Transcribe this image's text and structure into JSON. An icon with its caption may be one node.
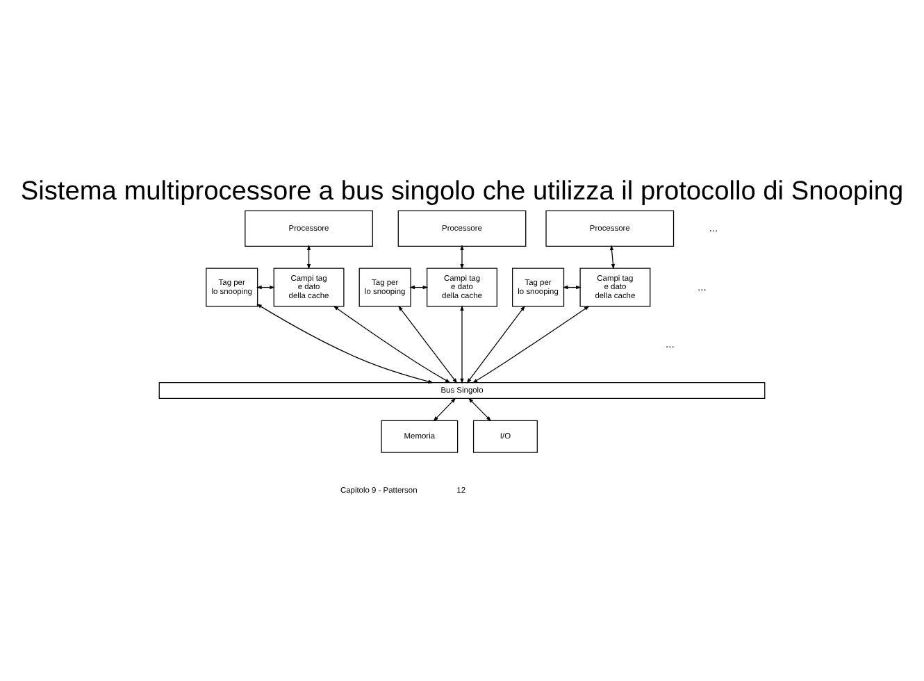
{
  "diagram": {
    "title": "Sistema multiprocessore a bus singolo che utilizza il protocollo di Snooping",
    "nodes": [
      {
        "text": [
          "Processore"
        ]
      },
      {
        "text": [
          "Processore"
        ]
      },
      {
        "text": [
          "Processore"
        ]
      },
      {
        "text": [
          "Tag per lo snooping"
        ]
      },
      {
        "text": [
          "Campi tag e dato della cache"
        ]
      },
      {
        "text": [
          "Tag per lo snooping"
        ]
      },
      {
        "text": [
          "Campi tag e dato della cache"
        ]
      },
      {
        "text": [
          "Tag per lo snooping"
        ]
      },
      {
        "text": [
          "Campi tag e dato della cache"
        ]
      },
      {
        "text": [
          "Bus Singolo"
        ]
      },
      {
        "text": [
          "Memoria"
        ]
      },
      {
        "text": [
          "I/O"
        ]
      }
    ],
    "edges": [
      {
        "from": 0,
        "to": 4,
        "arrow": "both"
      },
      {
        "from": 1,
        "to": 6,
        "arrow": "both"
      },
      {
        "from": 2,
        "to": 8,
        "arrow": "both"
      },
      {
        "from": 3,
        "to": 4,
        "arrow": "both"
      },
      {
        "from": 5,
        "to": 6,
        "arrow": "both"
      },
      {
        "from": 7,
        "to": 8,
        "arrow": "both"
      },
      {
        "from": 3,
        "to": 9,
        "arrow": "both"
      },
      {
        "from": 4,
        "to": 9,
        "arrow": "both"
      },
      {
        "from": 5,
        "to": 9,
        "arrow": "both"
      },
      {
        "from": 6,
        "to": 9,
        "arrow": "both"
      },
      {
        "from": 7,
        "to": 9,
        "arrow": "both"
      },
      {
        "from": 8,
        "to": 9,
        "arrow": "both"
      },
      {
        "from": 9,
        "to": 10,
        "arrow": "both"
      },
      {
        "from": 9,
        "to": 11,
        "arrow": "both"
      }
    ],
    "labels": [
      "...",
      "...",
      "...",
      "Capitolo 9 - Patterson",
      "12"
    ]
  }
}
